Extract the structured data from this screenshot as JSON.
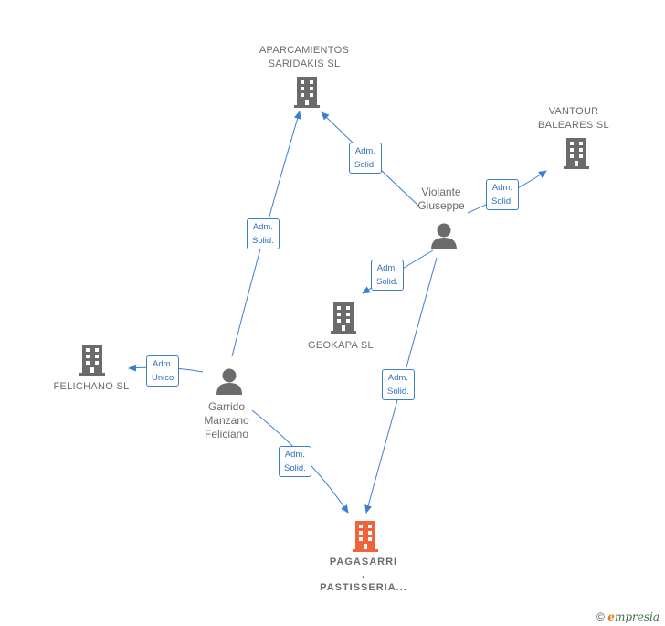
{
  "nodes": {
    "aparcamientos": {
      "lines": [
        "APARCAMIENTOS",
        "SARIDAKIS  SL"
      ],
      "type": "company"
    },
    "vantour": {
      "lines": [
        "VANTOUR",
        "BALEARES  SL"
      ],
      "type": "company"
    },
    "violante": {
      "lines": [
        "Violante",
        "Giuseppe"
      ],
      "type": "person"
    },
    "geokapa": {
      "lines": [
        "GEOKAPA  SL"
      ],
      "type": "company"
    },
    "felichano": {
      "lines": [
        "FELICHANO SL"
      ],
      "type": "company"
    },
    "garrido": {
      "lines": [
        "Garrido",
        "Manzano",
        "Feliciano"
      ],
      "type": "person"
    },
    "pagasarri": {
      "lines": [
        "PAGASARRI",
        ".",
        "PASTISSERIA..."
      ],
      "type": "company-main"
    }
  },
  "edges": [
    {
      "id": "e1",
      "lines": [
        "Adm.",
        "Solid."
      ]
    },
    {
      "id": "e2",
      "lines": [
        "Adm.",
        "Solid."
      ]
    },
    {
      "id": "e3",
      "lines": [
        "Adm.",
        "Solid."
      ]
    },
    {
      "id": "e4",
      "lines": [
        "Adm.",
        "Solid."
      ]
    },
    {
      "id": "e5",
      "lines": [
        "Adm.",
        "Unico"
      ]
    },
    {
      "id": "e6",
      "lines": [
        "Adm.",
        "Solid."
      ]
    },
    {
      "id": "e7",
      "lines": [
        "Adm.",
        "Solid."
      ]
    }
  ],
  "colors": {
    "edge": "#3a7fd0",
    "company": "#6b6b6b",
    "main_company": "#f0643a",
    "person": "#6b6b6b"
  },
  "icons": {
    "company": "building-icon",
    "person": "person-icon",
    "copyright": "copyright-icon"
  },
  "copyright": {
    "symbol": "©",
    "brand_initial": "e",
    "brand_rest": "mpresia"
  }
}
